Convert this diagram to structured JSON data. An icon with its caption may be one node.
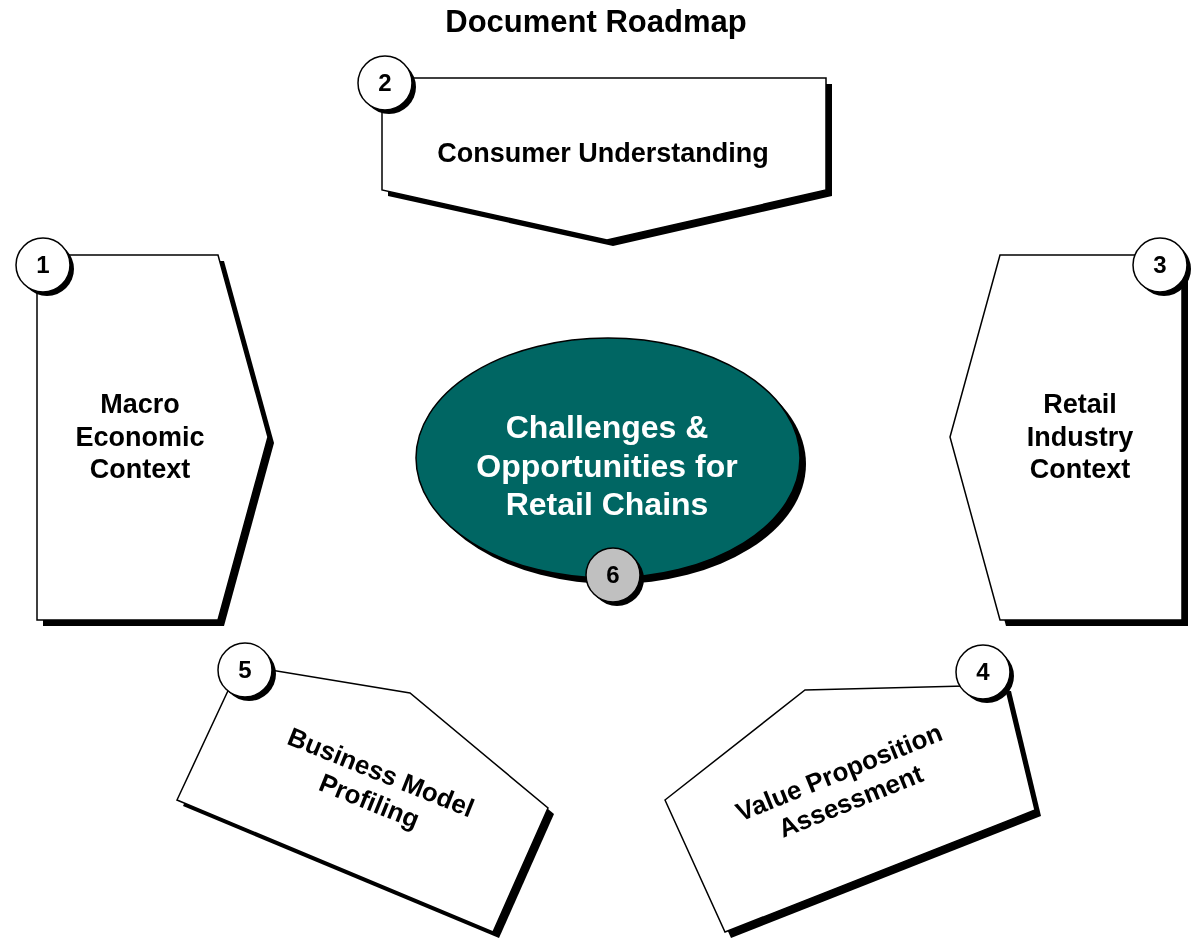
{
  "diagram": {
    "title": "Document Roadmap",
    "nodes": [
      {
        "text": [
          "2"
        ]
      },
      {
        "text": [
          "Consumer Understanding"
        ]
      },
      {
        "text": [
          "1"
        ]
      },
      {
        "text": [
          "Macro Economic Context"
        ]
      },
      {
        "text": [
          "3"
        ]
      },
      {
        "text": [
          "Retail Industry Context"
        ]
      },
      {
        "text": [
          "Challenges & Opportunities for Retail Chains"
        ]
      },
      {
        "text": [
          "6"
        ]
      },
      {
        "text": [
          "5"
        ]
      },
      {
        "text": [
          "Business Model Profiling"
        ]
      },
      {
        "text": [
          "4"
        ]
      },
      {
        "text": [
          "Value Proposition Assessment"
        ]
      }
    ]
  }
}
